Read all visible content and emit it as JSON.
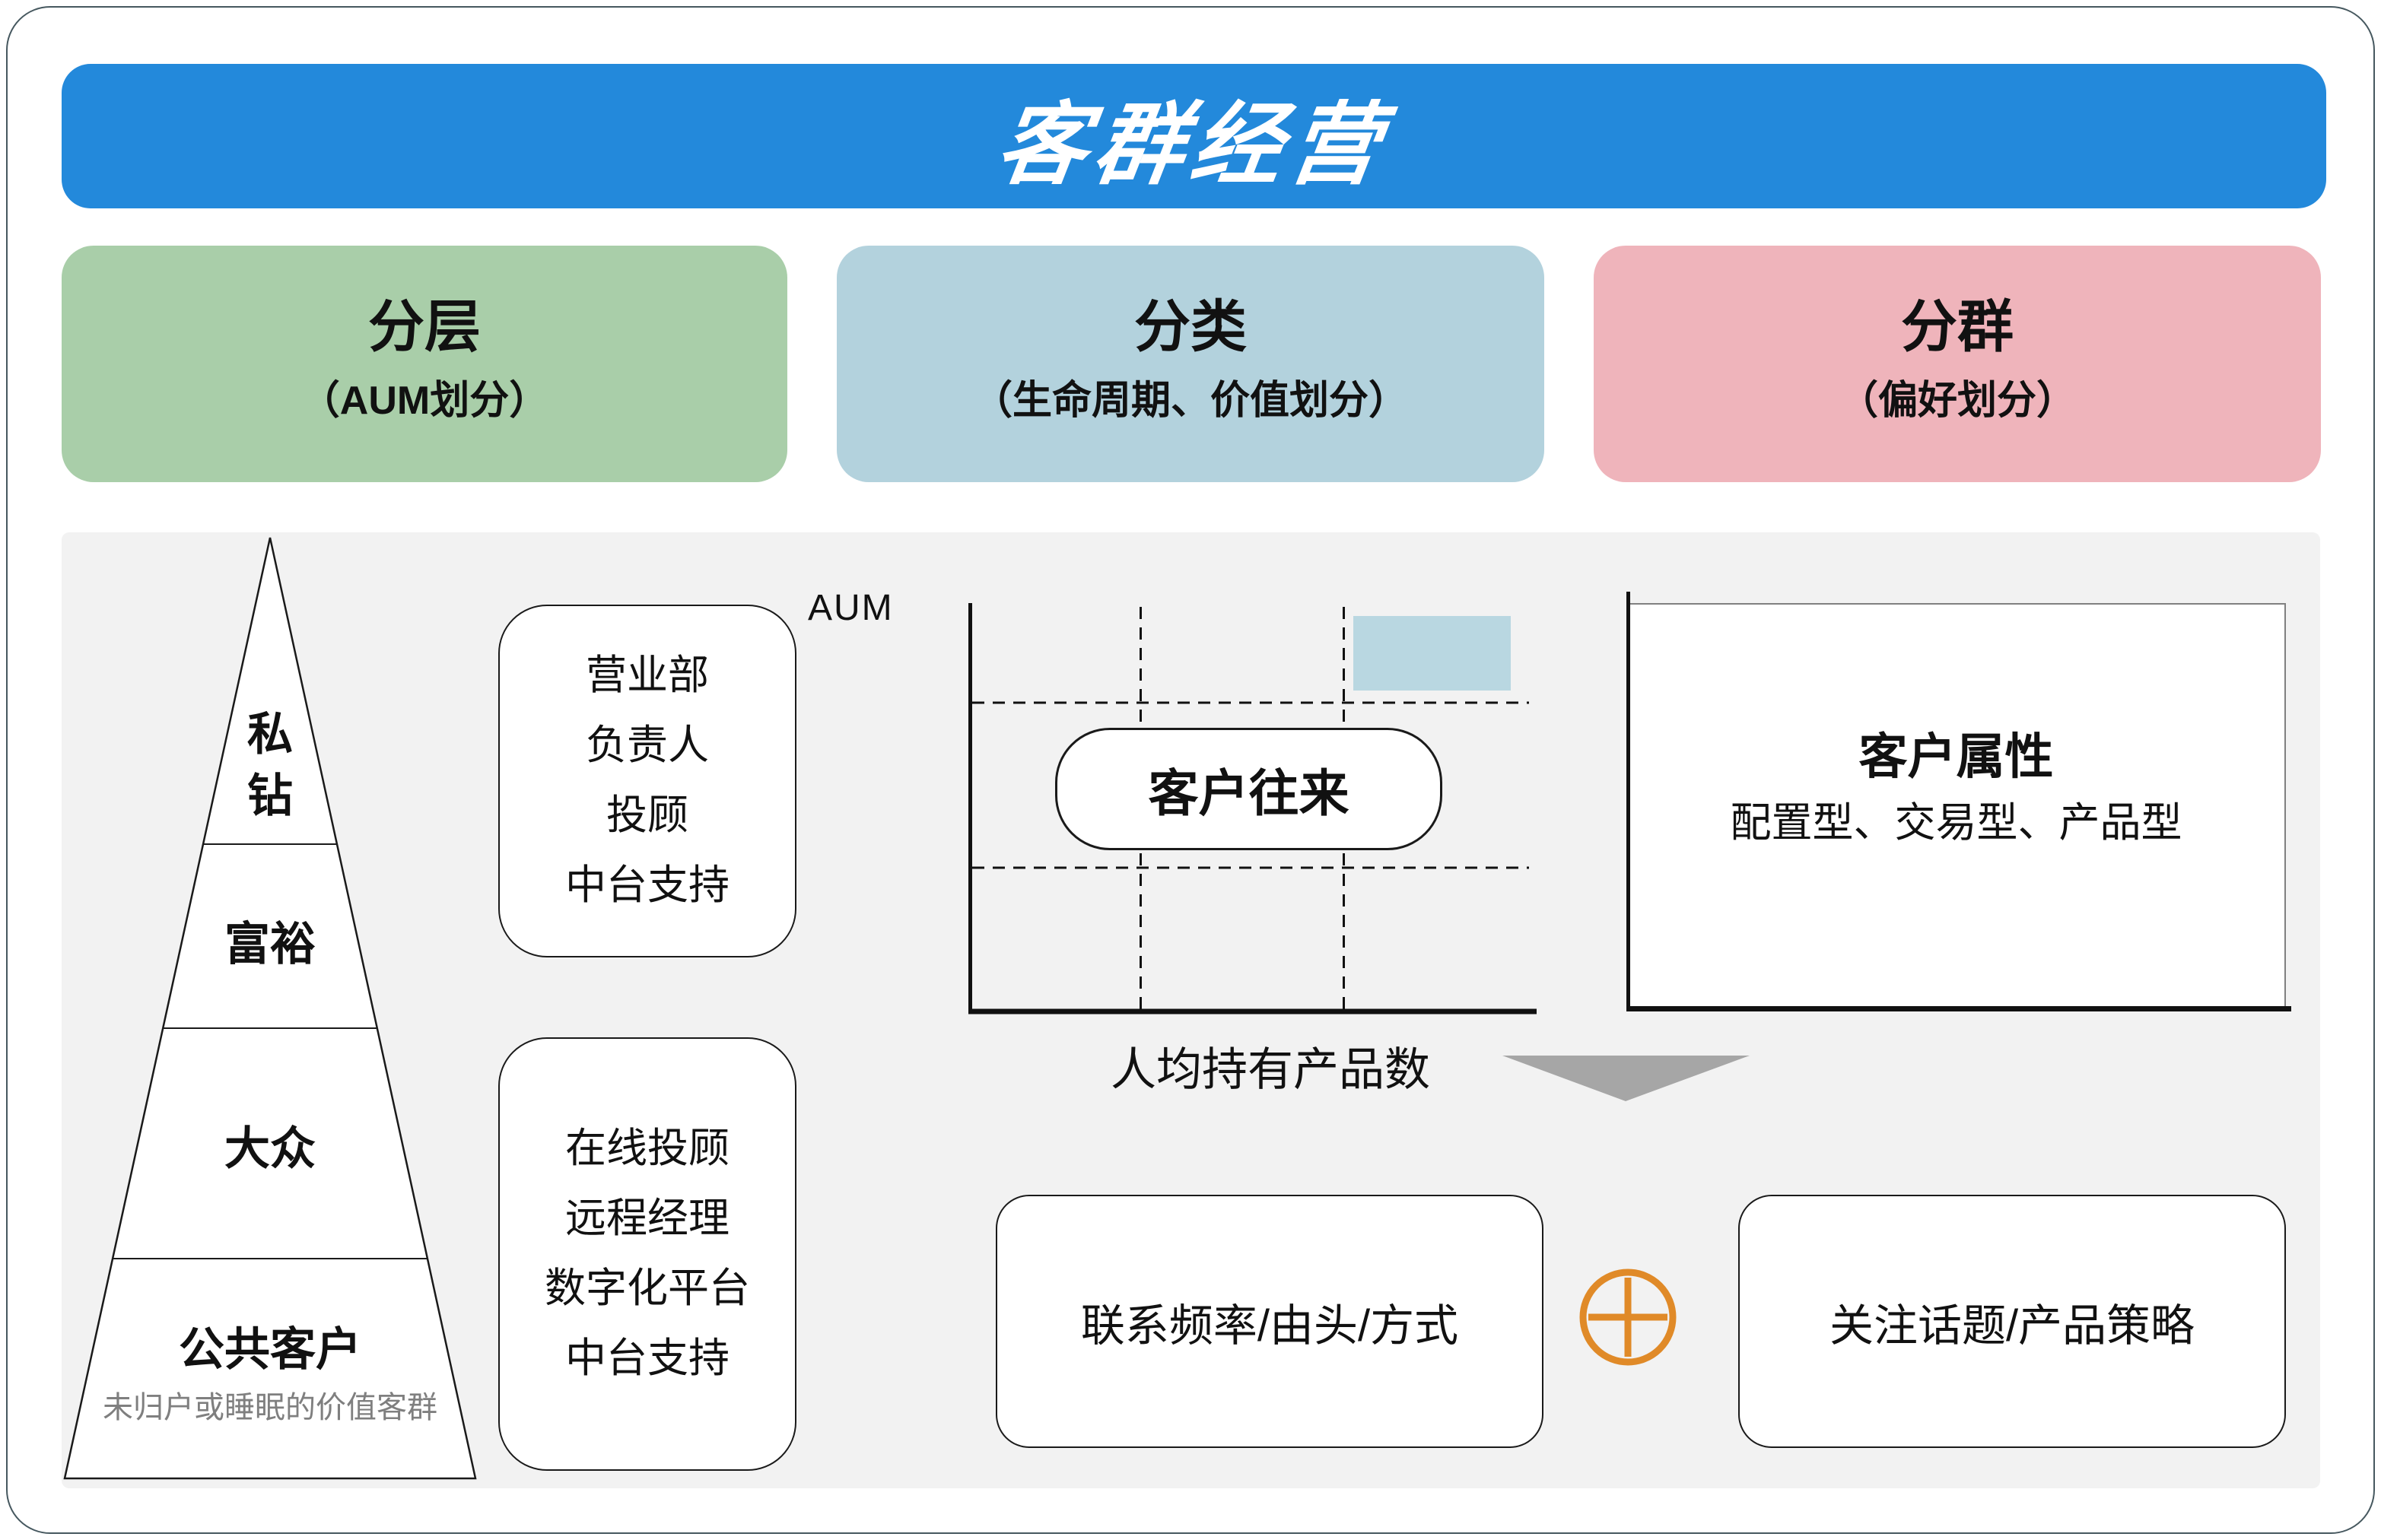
{
  "page": {
    "background": "#FFFFFF",
    "panel_color": "#F2F2F2",
    "frame_color": "#46585F"
  },
  "header": {
    "title": "客群经营",
    "color": "#2389DB"
  },
  "categories": [
    {
      "title": "分层",
      "subtitle": "（AUM划分）",
      "color": "#A9CEA9"
    },
    {
      "title": "分类",
      "subtitle": "（生命周期、价值划分）",
      "color": "#B3D2DD"
    },
    {
      "title": "分群",
      "subtitle": "（偏好划分）",
      "color": "#EFB4BB"
    }
  ],
  "pyramid": {
    "levels": [
      {
        "label": "私钻"
      },
      {
        "label": "富裕"
      },
      {
        "label": "大众"
      },
      {
        "label": "公共客户",
        "note": "未归户或睡眠的价值客群"
      }
    ]
  },
  "support_boxes": [
    {
      "lines": [
        "营业部",
        "负责人",
        "投顾",
        "中台支持"
      ]
    },
    {
      "lines": [
        "在线投顾",
        "远程经理",
        "数字化平台",
        "中台支持"
      ]
    }
  ],
  "chart": {
    "y_label": "AUM",
    "x_label": "人均持有产品数",
    "bubble": "客户往来",
    "highlight_color": "#B9D7E1",
    "axis_color": "#111111"
  },
  "attributes": {
    "title": "客户属性",
    "subtitle": "配置型、交易型、产品型"
  },
  "bottom": {
    "left": "联系频率/由头/方式",
    "right": "关注话题/产品策略",
    "plus_color": "#E08A28"
  },
  "arrow_color": "#A6A6A6"
}
